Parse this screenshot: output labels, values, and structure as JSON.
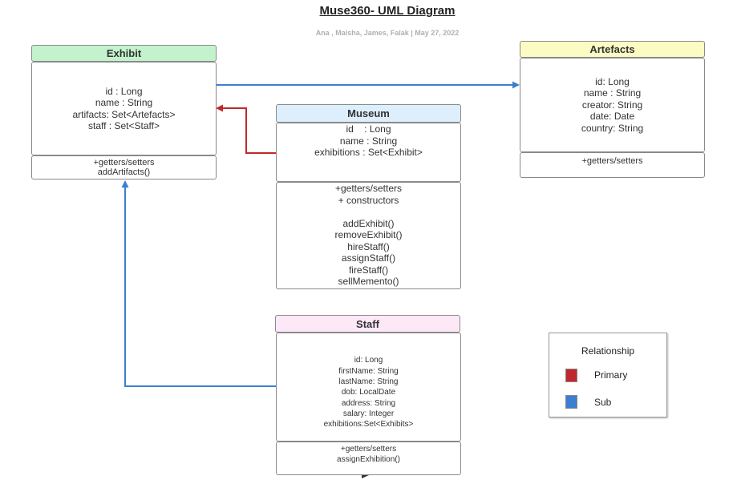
{
  "title": "Muse360- UML Diagram",
  "subtitle": "Ana , Maisha, James, Falak  |  May 27, 2022",
  "colors": {
    "exhibit_header": "#c3f3cc",
    "artefacts_header": "#fdfbc4",
    "museum_header": "#ddeefc",
    "staff_header": "#fde8f8",
    "primary": "#c0282d",
    "sub": "#3a7fd0"
  },
  "exhibit": {
    "name": "Exhibit",
    "attributes": [
      "id : Long",
      "name : String",
      "artifacts: Set<Artefacts>",
      "staff : Set<Staff>"
    ],
    "methods": [
      "+getters/setters",
      "addArtifacts()"
    ]
  },
  "artefacts": {
    "name": "Artefacts",
    "attributes": [
      "id: Long",
      "name : String",
      "creator: String",
      "date: Date",
      "country: String"
    ],
    "methods": [
      "+getters/setters"
    ]
  },
  "museum": {
    "name": "Museum",
    "attributes": [
      "id    : Long",
      "name : String",
      "exhibitions : Set<Exhibit>"
    ],
    "methods": [
      "+getters/setters",
      "+ constructors",
      "",
      "addExhibit()",
      "removeExhibit()",
      "hireStaff()",
      "assignStaff()",
      "fireStaff()",
      "sellMemento()"
    ]
  },
  "staff": {
    "name": "Staff",
    "attributes": [
      "id: Long",
      "firstName: String",
      "lastName: String",
      "dob: LocalDate",
      "address: String",
      "salary: Integer",
      "exhibitions:Set<Exhibits>"
    ],
    "methods": [
      "+getters/setters",
      "assignExhibition()"
    ]
  },
  "legend": {
    "title": "Relationship",
    "items": [
      {
        "label": "Primary",
        "color": "#c0282d"
      },
      {
        "label": "Sub",
        "color": "#3a7fd0"
      }
    ]
  }
}
